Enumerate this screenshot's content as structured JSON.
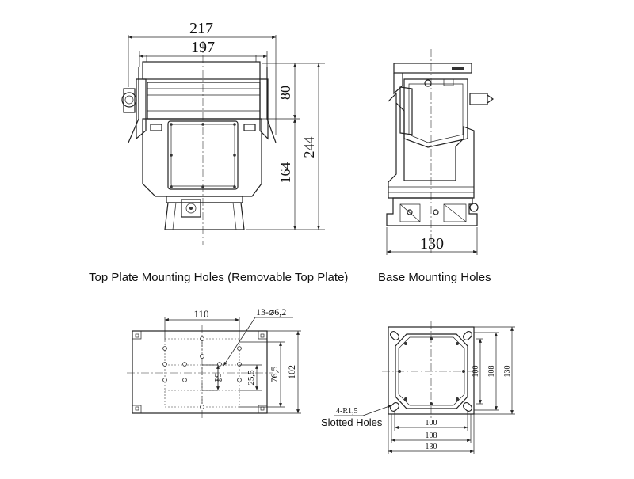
{
  "captions": {
    "top_plate": "Top Plate Mounting Holes (Removable Top Plate)",
    "base": "Base Mounting Holes",
    "slotted": "Slotted Holes"
  },
  "front_view": {
    "width_overall": "217",
    "width_inner": "197",
    "height_upper": "80",
    "height_lower": "164",
    "height_total": "244"
  },
  "side_view": {
    "base_width": "130"
  },
  "top_plate_view": {
    "hole_span": "110",
    "hole_callout": "13-⌀6,2",
    "pitch_small": "51",
    "pitch_mid": "25,5",
    "pitch_76": "76,5",
    "plate_102": "102"
  },
  "base_view": {
    "dim_100": "100",
    "dim_108": "108",
    "dim_130": "130",
    "slot_callout": "4-R1,5"
  }
}
